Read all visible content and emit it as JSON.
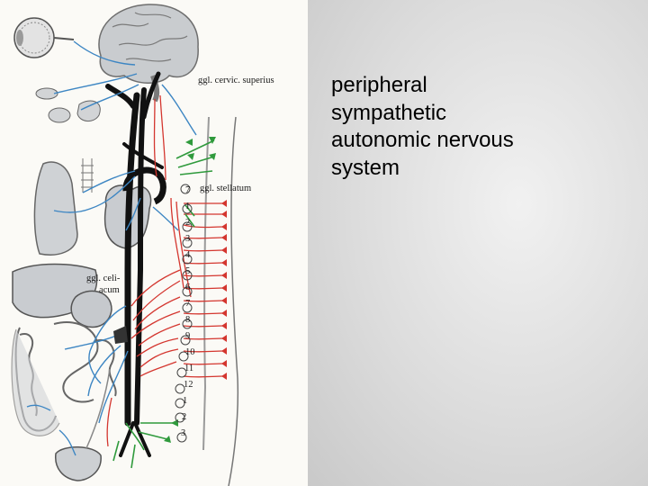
{
  "slide": {
    "title_lines": [
      "peripheral",
      "sympathetic",
      "autonomic nervous",
      "system"
    ]
  },
  "figure": {
    "labels": {
      "ggl_cervic": "ggl. cervic. superius",
      "ggl_stellatum": "ggl. stellatum",
      "ggl_celi": "ggl. celi-",
      "acum": "acum"
    },
    "segment_numbers": [
      "7",
      "1",
      "2",
      "3",
      "4",
      "5",
      "6",
      "7",
      "8",
      "9",
      "10",
      "11",
      "12",
      "1",
      "2",
      "3"
    ]
  }
}
